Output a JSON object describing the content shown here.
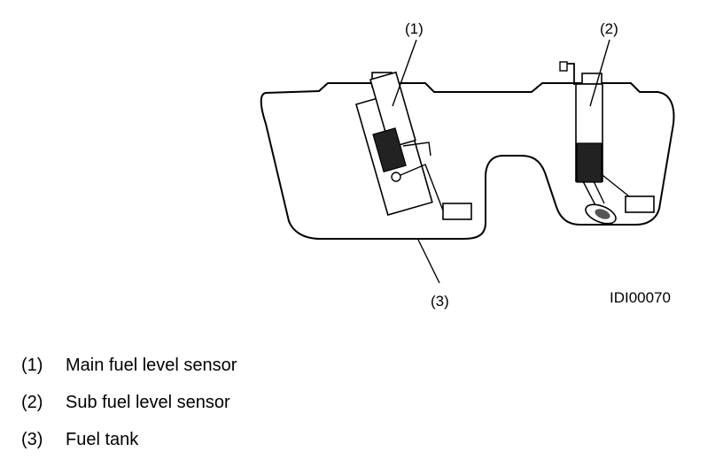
{
  "callouts": {
    "c1": "(1)",
    "c2": "(2)",
    "c3": "(3)"
  },
  "figure_id": "IDI00070",
  "legend": [
    {
      "num": "(1)",
      "text": "Main fuel level sensor"
    },
    {
      "num": "(2)",
      "text": "Sub fuel level sensor"
    },
    {
      "num": "(3)",
      "text": "Fuel tank"
    }
  ]
}
